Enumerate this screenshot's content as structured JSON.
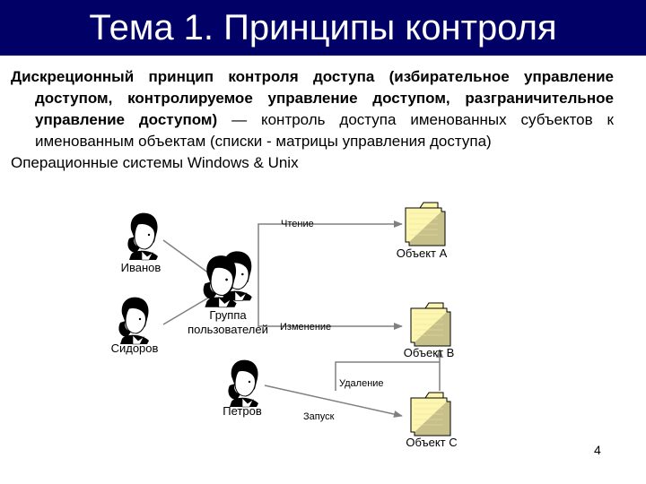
{
  "slide": {
    "title": "Тема 1. Принципы контроля",
    "paragraph1_bold": "Дискреционный принцип контроля доступа (избирательное управление доступом, контролируемое управление доступом, разграничительное управление доступом)",
    "paragraph1_rest": " — контроль доступа именованных субъектов к именованным объектам (списки - матрицы управления доступа)",
    "paragraph2": "Операционные системы Windows & Unix",
    "page_number": "4"
  },
  "diagram": {
    "users": {
      "ivanov": "Иванов",
      "sidorov": "Сидоров",
      "group_line1": "Группа",
      "group_line2": "пользователей",
      "petrov": "Петров"
    },
    "objects": {
      "a": "Объект А",
      "b": "Объект В",
      "c": "Объект С"
    },
    "permissions": {
      "read": "Чтение",
      "modify": "Изменение",
      "delete": "Удаление",
      "execute": "Запуск"
    },
    "colors": {
      "title_bar": "#000066",
      "folder_fill": "#fdf6b0",
      "arrow": "#808080",
      "face": "#ffffff",
      "hair": "#000000"
    }
  }
}
